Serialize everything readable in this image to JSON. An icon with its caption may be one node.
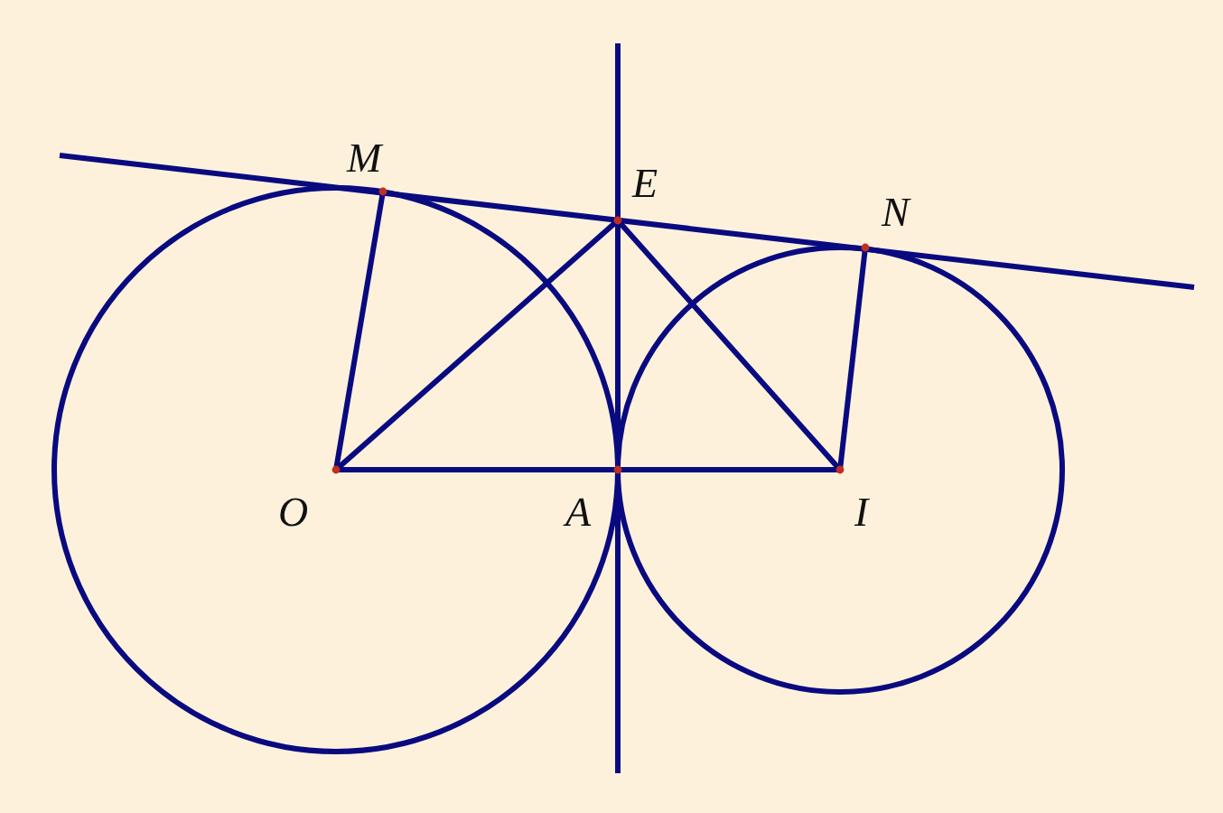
{
  "diagram": {
    "labels": [
      "M",
      "E",
      "N",
      "O",
      "A",
      "I"
    ]
  }
}
